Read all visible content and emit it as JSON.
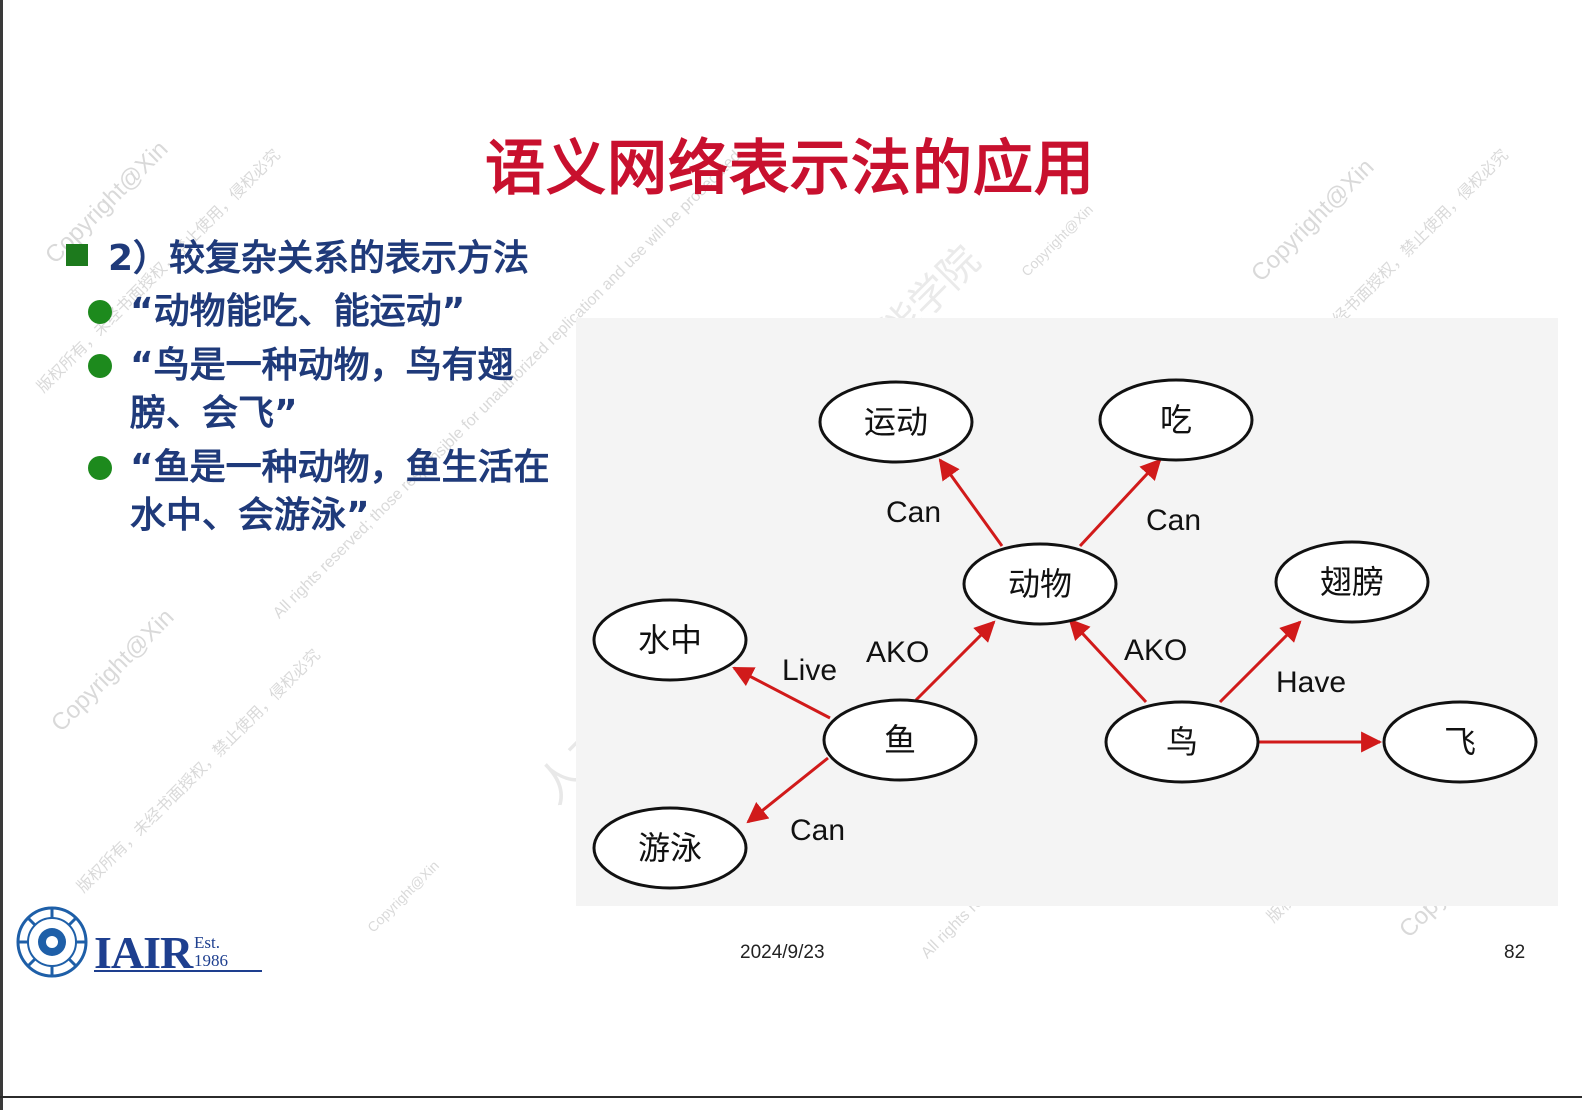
{
  "slide": {
    "title": "语义网络表示法的应用",
    "heading": "2）较复杂关系的表示方法",
    "bullets": [
      "“动物能吃、能运动”",
      "“鸟是一种动物，鸟有翅膀、会飞”",
      "“鱼是一种动物，鱼生活在水中、会游泳”"
    ],
    "date": "2024/9/23",
    "page_number": "82",
    "logo_text": "IAIR",
    "logo_est_1": "Est.",
    "logo_est_2": "1986"
  },
  "diagram": {
    "nodes": {
      "yundong": "运动",
      "chi": "吃",
      "dongwu": "动物",
      "chibang": "翅膀",
      "shuizhong": "水中",
      "yu": "鱼",
      "niao": "鸟",
      "fei": "飞",
      "youyong": "游泳"
    },
    "edges": {
      "dongwu_yundong": "Can",
      "dongwu_chi": "Can",
      "yu_dongwu": "AKO",
      "niao_dongwu": "AKO",
      "yu_shuizhong": "Live",
      "niao_chibang": "Have",
      "yu_youyong": "Can",
      "niao_fei": ""
    },
    "edge_color": "#d11a1a"
  },
  "watermarks": {
    "copyright": "Copyright@Xin",
    "rights_cn": "版权所有，未经书面授权，禁止使用，侵权必究",
    "rights_en": "All rights reserved; those responsible for unauthorized replication and use will be prosecuted.",
    "institute": "人工智能学院"
  }
}
